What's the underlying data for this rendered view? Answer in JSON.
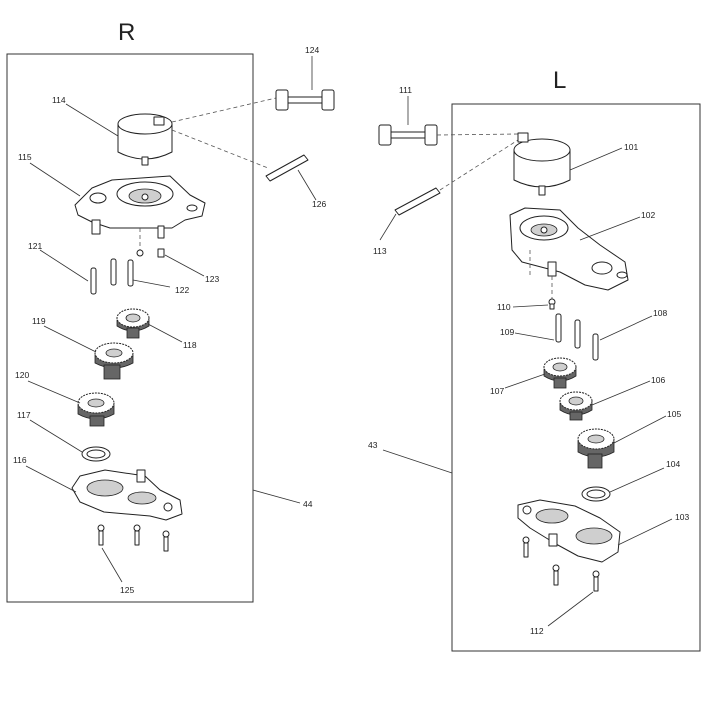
{
  "sides": {
    "right": {
      "letter": "R",
      "assembly": "44"
    },
    "left": {
      "letter": "L",
      "assembly": "43"
    }
  },
  "labels": {
    "p101": "101",
    "p102": "102",
    "p103": "103",
    "p104": "104",
    "p105": "105",
    "p106": "106",
    "p107": "107",
    "p108": "108",
    "p109": "109",
    "p110": "110",
    "p111": "111",
    "p112": "112",
    "p113": "113",
    "p114": "114",
    "p115": "115",
    "p116": "116",
    "p117": "117",
    "p118": "118",
    "p119": "119",
    "p120": "120",
    "p121": "121",
    "p122": "122",
    "p123": "123",
    "p124": "124",
    "p125": "125",
    "p126": "126"
  }
}
